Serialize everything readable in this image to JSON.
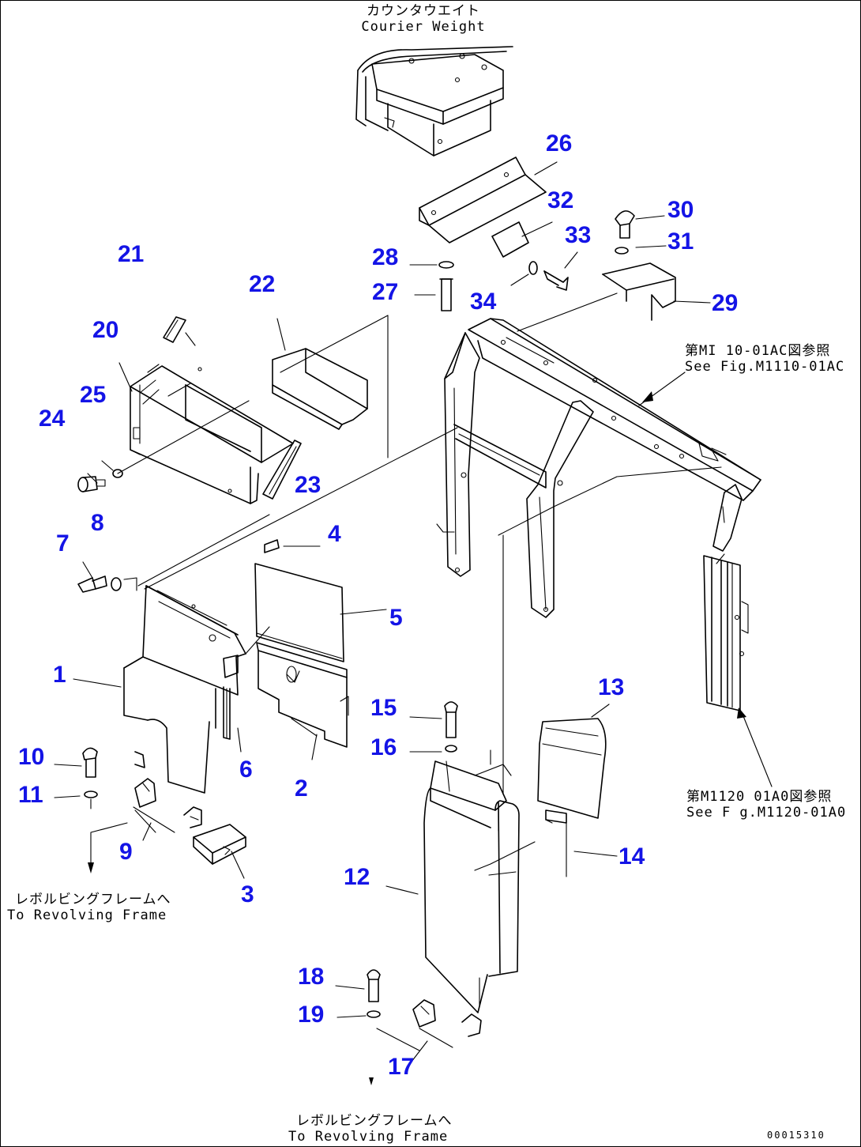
{
  "diagram": {
    "drawing_code": "00015310",
    "notes": {
      "counterweight": {
        "jp": "カウンタウエイト",
        "en": "Courier Weight"
      },
      "see_fig_1": {
        "jp": "第MI 10-01AC図参照",
        "en": "See Fig.M1110-01AC"
      },
      "see_fig_2": {
        "jp": "第M1120 01A0図参照",
        "en": "See F g.M1120-01A0"
      },
      "to_frame_left": {
        "jp": "レボルビングフレームへ",
        "en": "To Revolving Frame"
      },
      "to_frame_bottom": {
        "jp": "レボルビングフレームへ",
        "en": "To Revolving Frame"
      }
    },
    "callouts": [
      "1",
      "2",
      "3",
      "4",
      "5",
      "6",
      "7",
      "8",
      "9",
      "10",
      "11",
      "12",
      "13",
      "14",
      "15",
      "16",
      "17",
      "18",
      "19",
      "20",
      "21",
      "22",
      "23",
      "24",
      "25",
      "26",
      "27",
      "28",
      "29",
      "30",
      "31",
      "32",
      "33",
      "34"
    ]
  }
}
